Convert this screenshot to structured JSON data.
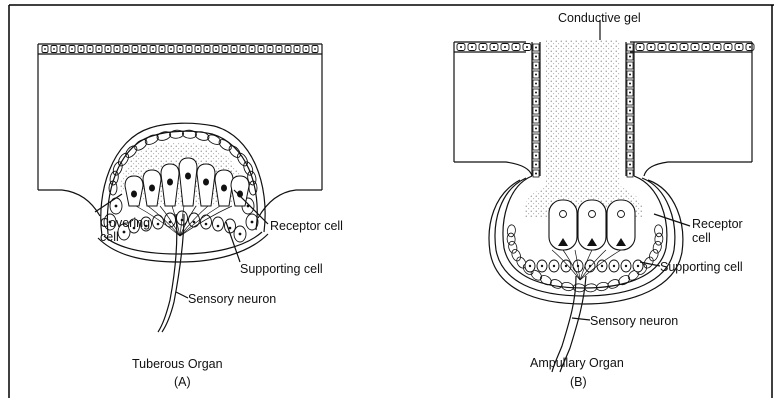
{
  "panel_a": {
    "labels": {
      "covering_line1": "Covering",
      "covering_line2": "cell",
      "receptor": "Receptor cell",
      "supporting": "Supporting cell",
      "sensory": "Sensory neuron"
    },
    "caption": "Tuberous Organ",
    "letter": "(A)"
  },
  "panel_b": {
    "labels": {
      "gel": "Conductive gel",
      "receptor_line1": "Receptor",
      "receptor_line2": "cell",
      "supporting": "Supporting cell",
      "sensory": "Sensory neuron"
    },
    "caption": "Ampullary Organ",
    "letter": "(B)"
  },
  "colors": {
    "ink": "#111111",
    "frame": "#000000",
    "paper": "#ffffff"
  }
}
